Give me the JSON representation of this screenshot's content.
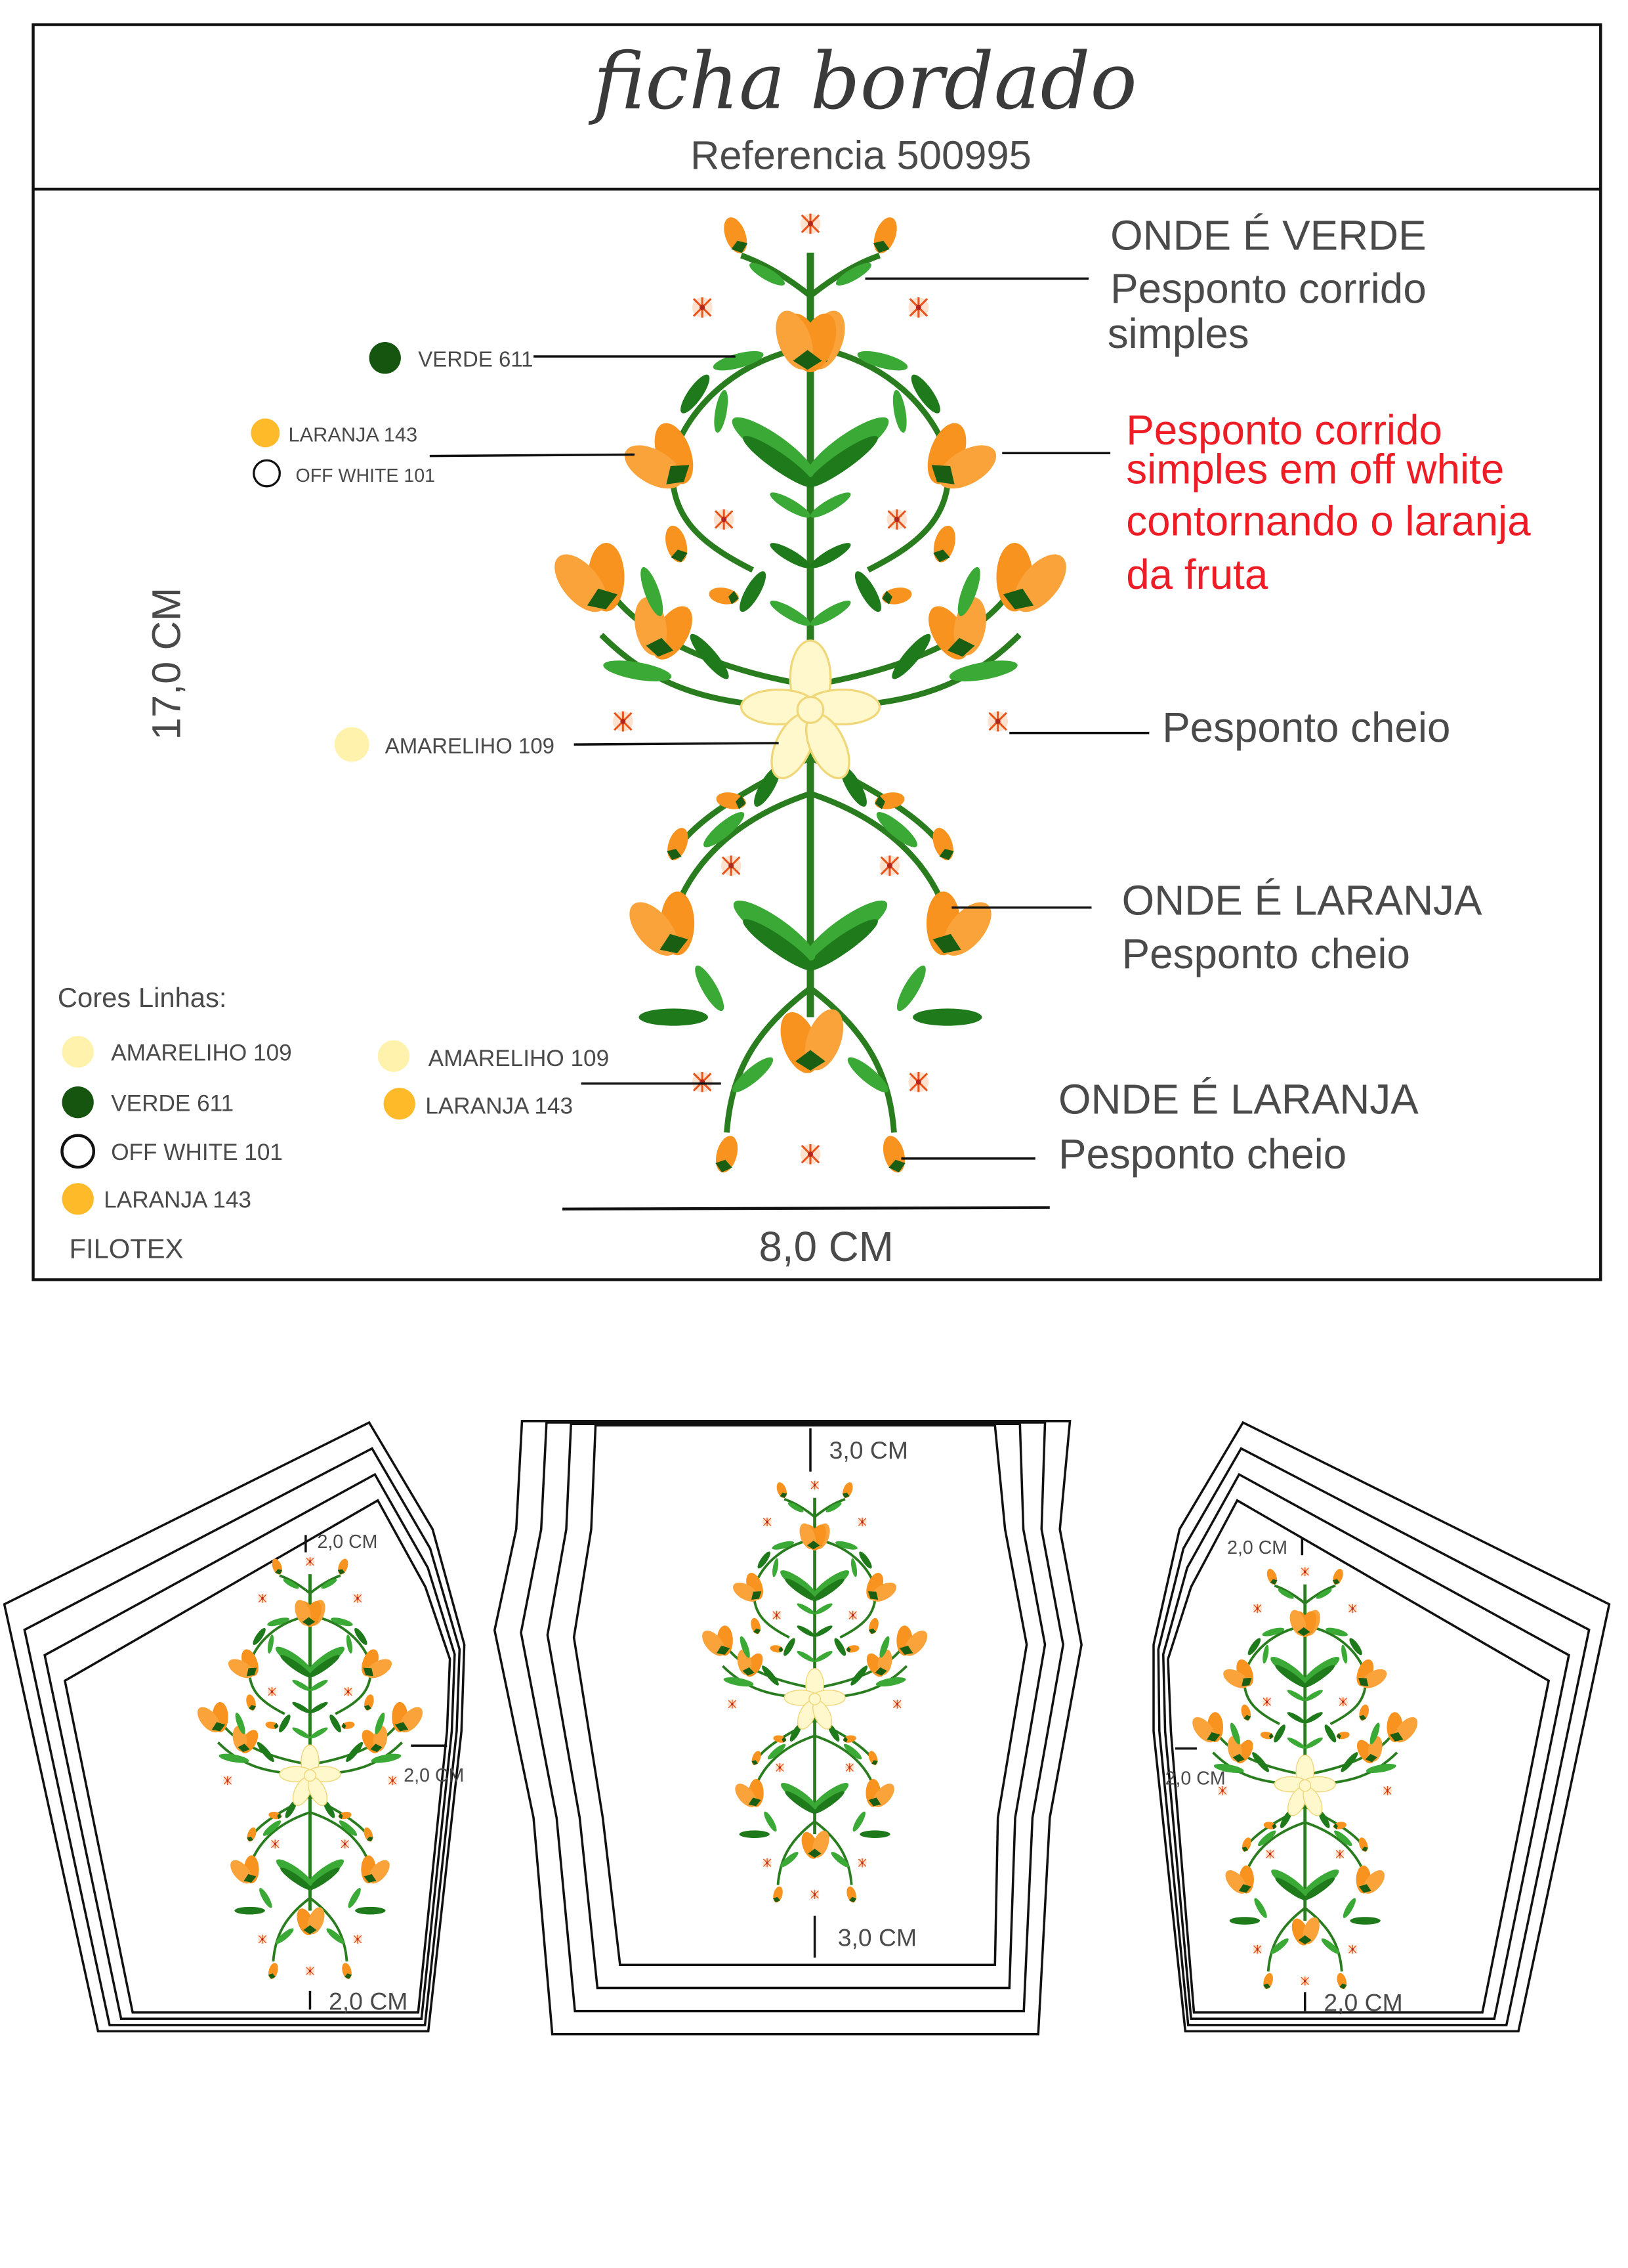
{
  "header": {
    "title": "ficha bordado",
    "reference": "Referencia 500995"
  },
  "annotations": {
    "verde_title": "ONDE É VERDE",
    "verde_line1": "Pesponto corrido",
    "verde_line2": "simples",
    "red_lines": [
      "Pesponto corrido",
      "simples em off white",
      "contornando o laranja",
      "da fruta"
    ],
    "cheio_center": "Pesponto cheio",
    "laranja1_title": "ONDE É LARANJA",
    "laranja1_line": "Pesponto cheio",
    "laranja2_title": "ONDE É LARANJA",
    "laranja2_line": "Pesponto cheio"
  },
  "callouts": {
    "verde": "VERDE 611",
    "laranja": "LARANJA 143",
    "offwhite": "OFF WHITE 101",
    "amarelo": "AMARELIHO 109"
  },
  "dimensions": {
    "height": "17,0 CM",
    "width": "8,0 CM"
  },
  "legend": {
    "title": "Cores Linhas:",
    "items": [
      {
        "label": "AMARELIHO 109",
        "color": "#fff2ad"
      },
      {
        "label": "VERDE 611",
        "color": "#15550f"
      },
      {
        "label": "OFF WHITE 101",
        "color": "#ffffff"
      },
      {
        "label": "LARANJA 143",
        "color": "#ffba29"
      }
    ],
    "secondary": [
      {
        "label": "AMARELIHO 109",
        "color": "#fff2ad"
      },
      {
        "label": "LARANJA 143",
        "color": "#ffba29"
      }
    ],
    "brand": "FILOTEX"
  },
  "pieces": {
    "left_top": "2,0 CM",
    "left_side": "2,0 CM",
    "left_bottom": "2,0 CM",
    "center_top": "3,0 CM",
    "center_bottom": "3,0 CM",
    "right_top": "2,0 CM",
    "right_side": "2,0 CM",
    "right_bottom": "2,0 CM"
  }
}
